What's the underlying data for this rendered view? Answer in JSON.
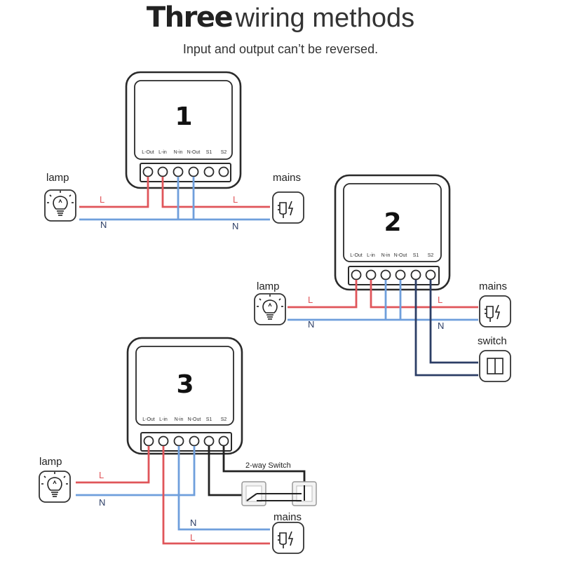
{
  "header": {
    "title_bold": "Three",
    "title_rest": "wiring methods",
    "subtitle": "Input and output can’t be reversed."
  },
  "terminals": [
    "L-Out",
    "L-in",
    "N-in",
    "N-Out",
    "S1",
    "S2"
  ],
  "diagram1": {
    "number": "1",
    "lamp_label": "lamp",
    "mains_label": "mains",
    "live_left": "L",
    "live_right": "L",
    "neutral_left": "N",
    "neutral_right": "N"
  },
  "diagram2": {
    "number": "2",
    "lamp_label": "lamp",
    "mains_label": "mains",
    "switch_label": "switch",
    "live_left": "L",
    "live_right": "L",
    "neutral_left": "N",
    "neutral_right": "N"
  },
  "diagram3": {
    "number": "3",
    "lamp_label": "lamp",
    "mains_label": "mains",
    "two_way_label": "2-way Switch",
    "live_left": "L",
    "neutral_left": "N",
    "neutral_bottom": "N",
    "live_bottom": "L"
  },
  "colors": {
    "live": "#e0555a",
    "neutral": "#6f9fdc",
    "switch_wire": "#2c3e66",
    "switch_wire_3": "#222222",
    "outline": "#2a2a2a"
  },
  "icons": [
    "bulb-icon",
    "plug-icon",
    "switch-icon"
  ]
}
